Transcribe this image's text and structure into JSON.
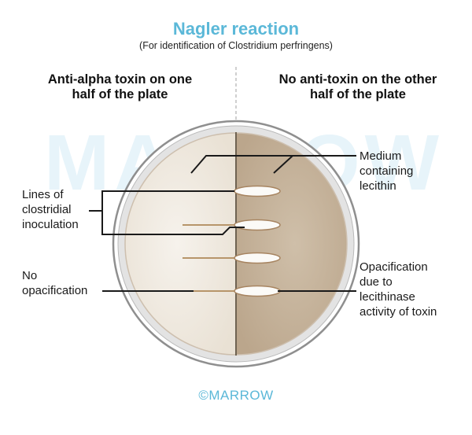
{
  "title": "Nagler reaction",
  "subtitle": "(For identification of Clostridium perfringens)",
  "left_heading": [
    "Anti-alpha toxin on one",
    "half of the plate"
  ],
  "right_heading": [
    "No anti-toxin on the other",
    "half of the plate"
  ],
  "watermark": "MARROW",
  "labels": {
    "lines_of_inoculation": [
      "Lines of",
      "clostridial",
      "inoculation"
    ],
    "no_opacification": [
      "No",
      "opacification"
    ],
    "medium": [
      "Medium",
      "containing",
      "lecithin"
    ],
    "opacification": [
      "Opacification",
      "due to",
      "lecithinase",
      "activity of toxin"
    ]
  },
  "footer": "©MARROW",
  "colors": {
    "title": "#5bb8d8",
    "left_half": "#f1ebe2",
    "right_half": "#c9b8a2",
    "streak": "#b7956a",
    "plate_rim": "#9a9a9a"
  }
}
